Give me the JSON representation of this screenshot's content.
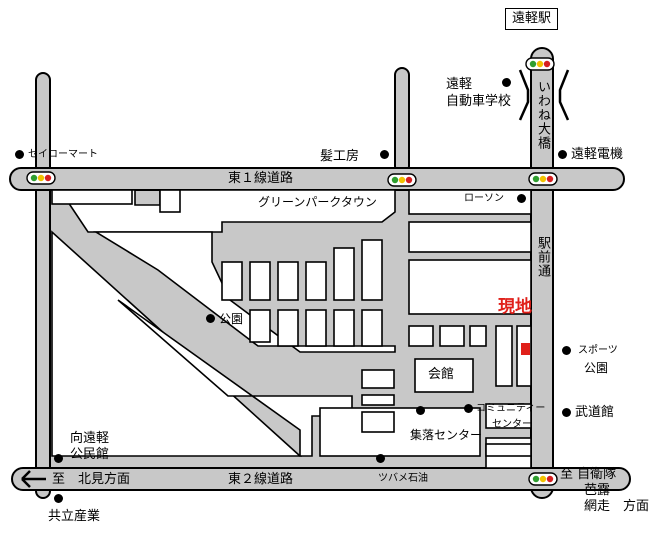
{
  "map": {
    "station": "遠軽駅",
    "roads": {
      "east1": "東１線道路",
      "east2": "東２線道路",
      "ekimae": "駅前通",
      "bridge": "いわね大橋"
    },
    "destinations": {
      "west_arrow": "至　北見方面",
      "east_line1": "至 自衛隊",
      "east_line2": "芭露",
      "east_line3": "網走　方面"
    },
    "current_location": "現地",
    "landmarks": {
      "driving_school_1": "遠軽",
      "driving_school_2": "自動車学校",
      "seicomart": "セイコーマート",
      "barber": "髪工房",
      "engaru_denki": "遠軽電機",
      "green_park_town": "グリーンパークタウン",
      "lawson": "ローソン",
      "park": "公園",
      "sports_park_1": "スポーツ",
      "sports_park_2": "公園",
      "kaikan": "会館",
      "community_center_1": "コミュニティー",
      "community_center_2": "センター",
      "shuraku_center": "集落センター",
      "budokan": "武道館",
      "mukaiengaru_1": "向遠軽",
      "mukaiengaru_2": "公民館",
      "tsubame": "ツバメ石油",
      "kyoritsu": "共立産業"
    },
    "colors": {
      "road": "#c8c8c8",
      "current_location": "#e0201a",
      "signal_green": "#2f9e2f",
      "signal_yellow": "#f2c200",
      "signal_red": "#d62020"
    }
  }
}
